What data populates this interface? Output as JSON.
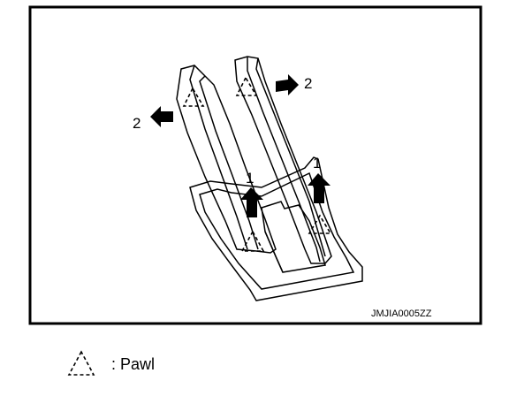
{
  "callouts": {
    "lift": "1",
    "spread": "2"
  },
  "figure_code": "JMJIA0005ZZ",
  "legend": {
    "symbol_name": "pawl-triangle-icon",
    "text": ": Pawl"
  },
  "colors": {
    "line": "#000000",
    "background": "#ffffff"
  }
}
